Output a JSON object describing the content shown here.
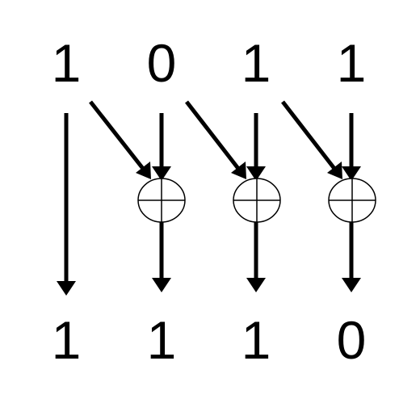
{
  "diagram": {
    "input_bits": [
      "1",
      "0",
      "1",
      "1"
    ],
    "output_bits": [
      "1",
      "1",
      "1",
      "0"
    ],
    "xor_symbol": "circle-plus-icon",
    "colors": {
      "stroke": "#000000",
      "text": "#000000",
      "background": "#ffffff"
    }
  }
}
